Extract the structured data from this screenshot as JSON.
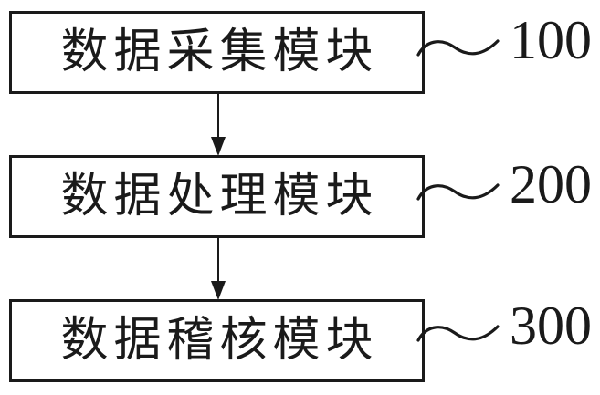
{
  "diagram": {
    "type": "block-diagram",
    "background_color": "#ffffff",
    "line_color": "#1a1a1a",
    "modules": [
      {
        "label": "数据采集模块",
        "ref": "100"
      },
      {
        "label": "数据处理模块",
        "ref": "200"
      },
      {
        "label": "数据稽核模块",
        "ref": "300"
      }
    ],
    "connections": [
      {
        "from": "数据采集模块",
        "to": "数据处理模块",
        "style": "solid-arrow-down"
      },
      {
        "from": "数据处理模块",
        "to": "数据稽核模块",
        "style": "solid-arrow-down"
      }
    ]
  }
}
